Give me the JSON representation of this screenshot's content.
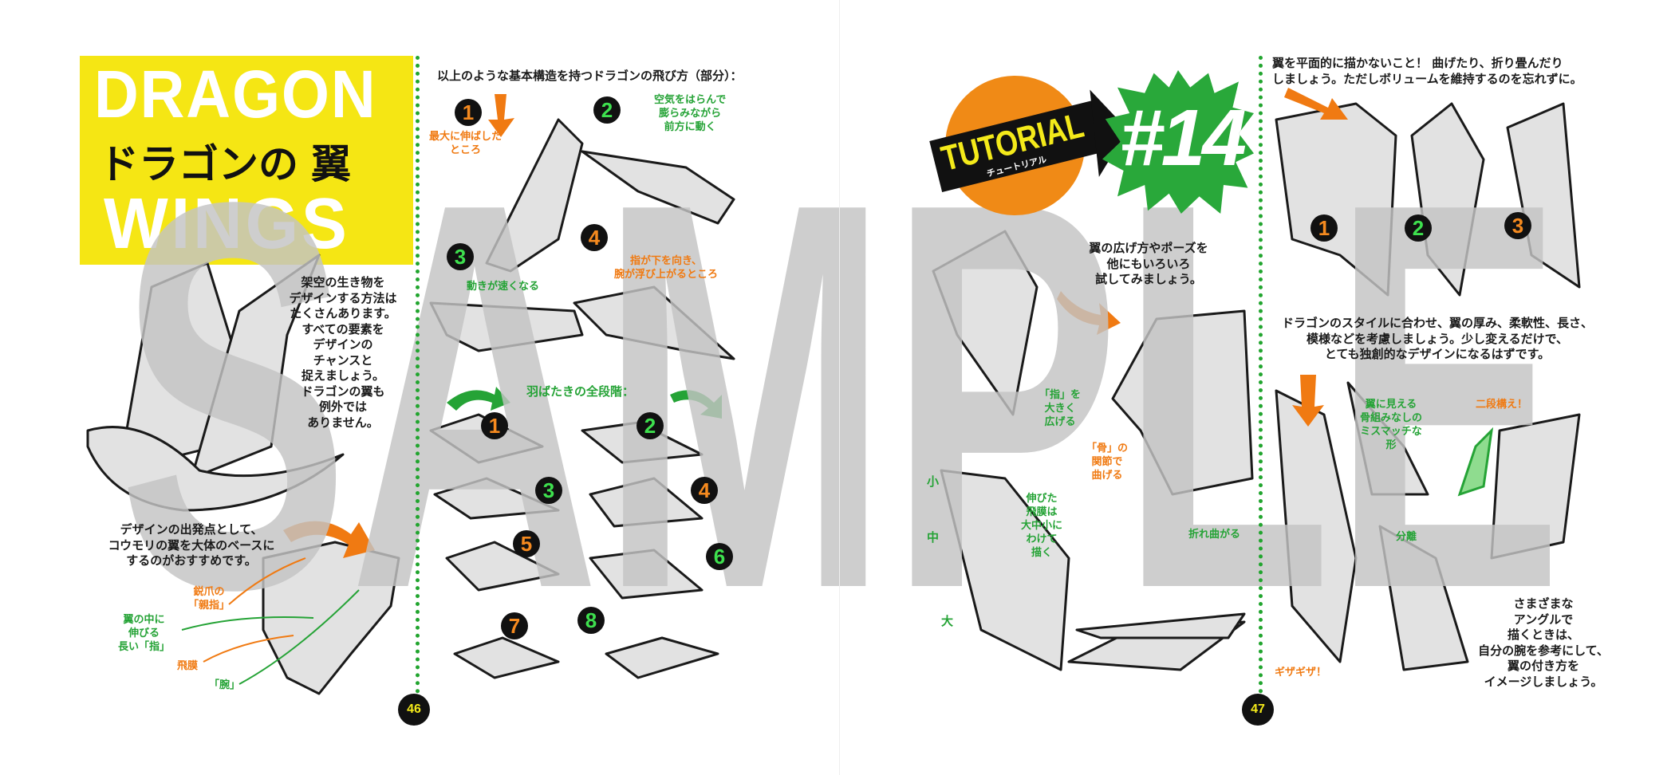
{
  "watermark": "SAMPLE",
  "left_page": {
    "title_en_1": "DRAGON",
    "title_en_2": "WINGS",
    "title_jp_1": "ドラゴンの",
    "title_jp_2": "翼",
    "intro_lines": [
      "架空の生き物を",
      "デザインする方法は",
      "たくさんあります。",
      "すべての要素を",
      "デザインの",
      "チャンスと",
      "捉えましょう。",
      "ドラゴンの翼も",
      "例外では",
      "ありません。"
    ],
    "base_lines": [
      "デザインの出発点として、",
      "コウモリの翼を大体のベースに",
      "するのがおすすめです。"
    ],
    "label_thumb": [
      "鋭爪の",
      "「親指」"
    ],
    "label_finger": [
      "翼の中に",
      "伸びる",
      "長い「指」"
    ],
    "label_membrane": "飛膜",
    "label_arm": "「腕」",
    "flight_heading": "以上のような基本構造を持つドラゴンの飛び方（部分）：",
    "step1_note": [
      "最大に伸ばした",
      "ところ"
    ],
    "step2_note": [
      "空気をはらんで",
      "膨らみながら",
      "前方に動く"
    ],
    "step3_note": "動きが速くなる",
    "step4_note": [
      "指が下を向き、",
      "腕が浮び上がるところ"
    ],
    "flap_heading": "羽ばたきの全段階：",
    "steps_top": [
      "1",
      "2",
      "3",
      "4"
    ],
    "steps_flap": [
      "1",
      "2",
      "3",
      "4",
      "5",
      "6",
      "7",
      "8"
    ],
    "page_number": "46"
  },
  "right_page": {
    "tutorial_label": "TUTORIAL",
    "tutorial_kana": "チュートリアル",
    "tutorial_number": "#14",
    "pose_lines": [
      "翼の広げ方やポーズを",
      "他にもいろいろ",
      "試してみましょう。"
    ],
    "note_spread": [
      "「指」を",
      "大きく",
      "広げる"
    ],
    "note_joint": [
      "「骨」の",
      "関節で",
      "曲げる"
    ],
    "note_membrane": [
      "伸びた",
      "飛膜は",
      "大中小に",
      "わけて",
      "描く"
    ],
    "size_small": "小",
    "size_medium": "中",
    "size_large": "大",
    "note_fold": "折れ曲がる",
    "flat_lines": [
      "翼を平面的に描かないこと！ 曲げたり、折り畳んだり",
      "しましょう。ただしボリュームを維持するのを忘れずに。"
    ],
    "fold_steps": [
      "1",
      "2",
      "3"
    ],
    "style_lines": [
      "ドラゴンのスタイルに合わせ、翼の厚み、柔軟性、長さ、",
      "模様などを考慮しましょう。少し変えるだけで、",
      "とても独創的なデザインになるはずです。"
    ],
    "note_two_stage": "二段構え！",
    "note_mismatch": [
      "翼に見える",
      "骨組みなしの",
      "ミスマッチな",
      "形"
    ],
    "note_separate": "分離",
    "note_jagged": "ギザギザ！",
    "angle_lines": [
      "さまざまな",
      "アングルで",
      "描くときは、",
      "自分の腕を参考にして、",
      "翼の付き方を",
      "イメージしましょう。"
    ],
    "page_number": "47"
  },
  "colors": {
    "yellow": "#f5e614",
    "green": "#25a336",
    "orange": "#f07a12",
    "watermark": "#c4c4c4"
  }
}
